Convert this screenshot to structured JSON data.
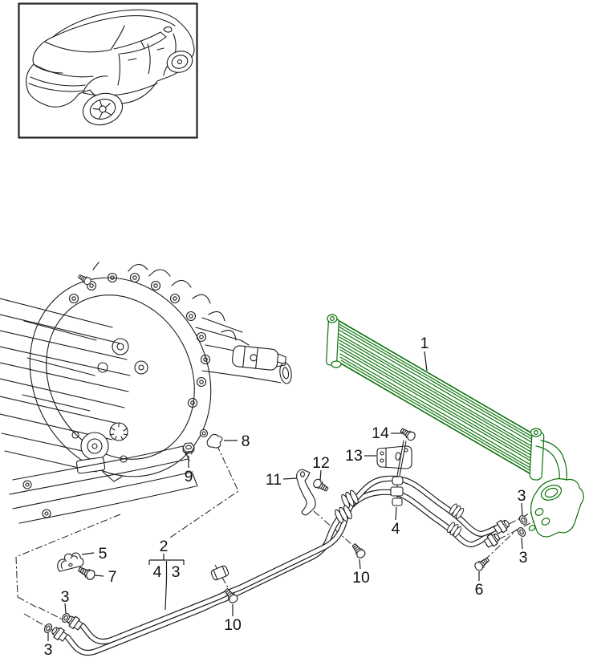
{
  "diagram": {
    "kind": "vehicle-parts-exploded-diagram",
    "highlight_color": "#0a720a",
    "line_color": "#1c1c1c",
    "background_color": "#ffffff"
  },
  "callouts": {
    "c1": {
      "label": "1"
    },
    "c2": {
      "label": "2"
    },
    "c2_sub_left": {
      "label": "4"
    },
    "c2_sub_right": {
      "label": "3"
    },
    "c3_left_upper": {
      "label": "3"
    },
    "c3_left_lower": {
      "label": "3"
    },
    "c3_right_upper": {
      "label": "3"
    },
    "c3_right_lower": {
      "label": "3"
    },
    "c4": {
      "label": "4"
    },
    "c5": {
      "label": "5"
    },
    "c6": {
      "label": "6"
    },
    "c7": {
      "label": "7"
    },
    "c8": {
      "label": "8"
    },
    "c9": {
      "label": "9"
    },
    "c10_left": {
      "label": "10"
    },
    "c10_right": {
      "label": "10"
    },
    "c11": {
      "label": "11"
    },
    "c12": {
      "label": "12"
    },
    "c13": {
      "label": "13"
    },
    "c14": {
      "label": "14"
    }
  }
}
